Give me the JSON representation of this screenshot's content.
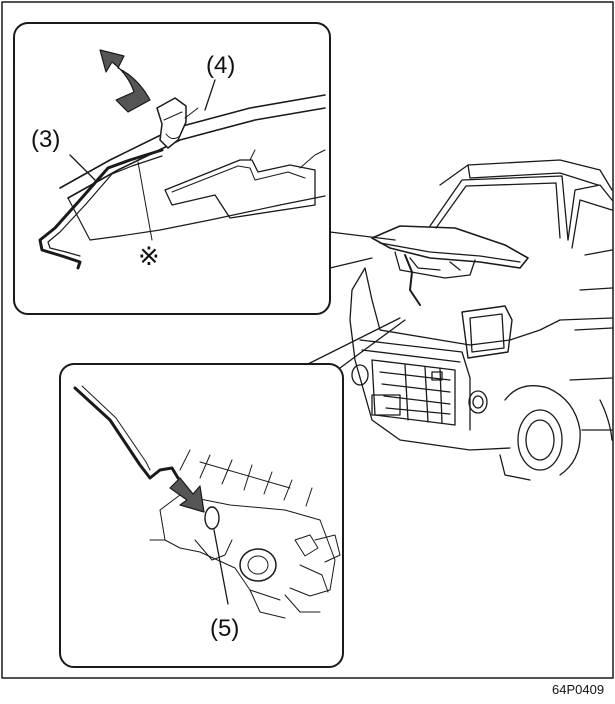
{
  "labels": {
    "hood_stay": "(3)",
    "clip": "(4)",
    "stay_holder": "(5)",
    "note_mark": "※"
  },
  "figure_code": "64P0409",
  "colors": {
    "line": "#1a1a1a",
    "arrow_fill": "#555555",
    "background": "#ffffff"
  },
  "icons": {
    "upward_arrow": "arrow-up-curved-icon",
    "push_arrow": "arrow-down-right-icon"
  }
}
